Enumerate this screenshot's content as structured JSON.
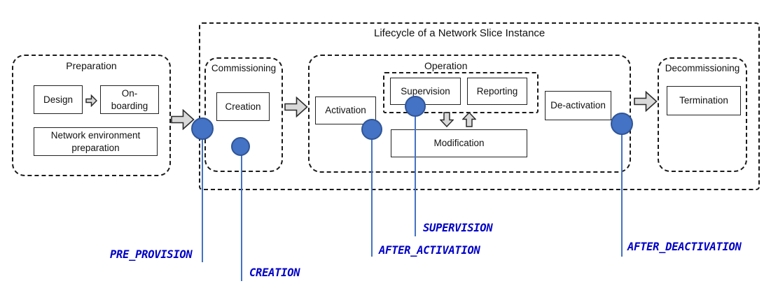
{
  "lifecycle": {
    "title": "Lifecycle of a Network Slice Instance"
  },
  "phases": {
    "preparation": {
      "title": "Preparation",
      "steps": {
        "design": "Design",
        "onboarding": "On-boarding",
        "network_env": "Network environment preparation"
      }
    },
    "commissioning": {
      "title": "Commissioning",
      "steps": {
        "creation": "Creation"
      }
    },
    "operation": {
      "title": "Operation",
      "steps": {
        "activation": "Activation",
        "supervision": "Supervision",
        "reporting": "Reporting",
        "modification": "Modification",
        "deactivation": "De-activation"
      }
    },
    "decommissioning": {
      "title": "Decommissioning",
      "steps": {
        "termination": "Termination"
      }
    }
  },
  "markers": {
    "pre_provision": "PRE_PROVISION",
    "creation": "CREATION",
    "after_activation": "AFTER_ACTIVATION",
    "supervision": "SUPERVISION",
    "after_deactivation": "AFTER_DEACTIVATION"
  },
  "colors": {
    "marker_circle_fill": "#4472C4",
    "marker_circle_border": "#2F5597",
    "connector_line": "#4472C4",
    "marker_text": "#0000C8",
    "arrow_fill": "#D9D9D9",
    "dashed_border": "#1A1A1A"
  }
}
